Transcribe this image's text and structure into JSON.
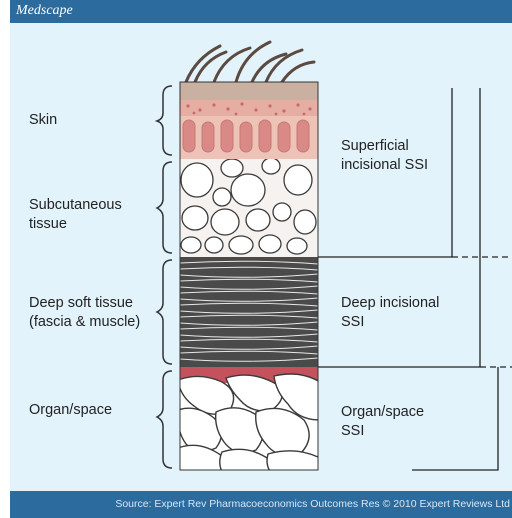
{
  "header": {
    "brand": "Medscape"
  },
  "layers": {
    "skin": "Skin",
    "subcutaneous": [
      "Subcutaneous",
      "tissue"
    ],
    "deep": [
      "Deep soft tissue",
      "(fascia & muscle)"
    ],
    "organ": "Organ/space"
  },
  "categories": {
    "superficial": [
      "Superficial",
      "incisional SSI"
    ],
    "deep": [
      "Deep incisional",
      "SSI"
    ],
    "organ": [
      "Organ/space",
      "SSI"
    ]
  },
  "footer": {
    "source": "Source: Expert Rev Pharmacoeconomics Outcomes Res © 2010 Expert Reviews Ltd"
  },
  "colors": {
    "header": "#2c6b9e",
    "background": "#e3f3fb",
    "skin": "#e6b3a8",
    "muscle": "#505050",
    "organ_top": "#c0505a"
  }
}
